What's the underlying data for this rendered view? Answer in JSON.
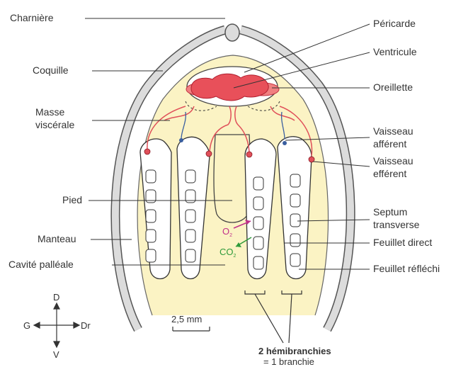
{
  "labels_left": {
    "charniere": "Charnière",
    "coquille": "Coquille",
    "masse_line1": "Masse",
    "masse_line2": "viscérale",
    "pied": "Pied",
    "manteau": "Manteau",
    "cavite": "Cavité palléale"
  },
  "labels_right": {
    "pericarde": "Péricarde",
    "ventricule": "Ventricule",
    "oreillette": "Oreillette",
    "afferent_line1": "Vaisseau",
    "afferent_line2": "afférent",
    "efferent_line1": "Vaisseau",
    "efferent_line2": "efférent",
    "septum_line1": "Septum",
    "septum_line2": "transverse",
    "feuillet_direct": "Feuillet direct",
    "feuillet_reflechi": "Feuillet réfléchi"
  },
  "gases": {
    "o2": "O",
    "o2_sub": "2",
    "co2": "CO",
    "co2_sub": "2"
  },
  "compass": {
    "dorsal": "D",
    "ventral": "V",
    "left": "G",
    "right": "Dr"
  },
  "scale": {
    "label": "2,5 mm"
  },
  "caption": {
    "line1": "2 hémibranchies",
    "line2": "= 1 branchie"
  },
  "colors": {
    "shell": "#dcdcdc",
    "body": "#fbf3c4",
    "heart": "#e8505a",
    "oreillette": "#f08080",
    "vessel": "#e0505a",
    "afferent": "#3a5fa0",
    "o2": "#c0308a",
    "co2": "#2e9a3a"
  }
}
